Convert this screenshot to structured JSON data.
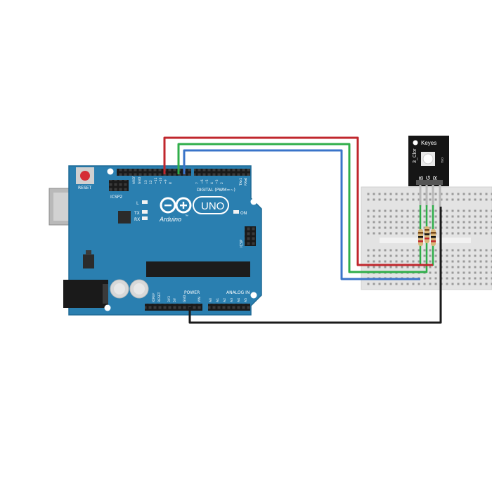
{
  "colors": {
    "board": "#2a7fb0",
    "board_edge": "#1f6a95",
    "wire_red": "#c0272d",
    "wire_green": "#2fae4a",
    "wire_blue": "#3a74c9",
    "wire_black": "#1a1a1a",
    "breadboard": "#e3e3e3",
    "module": "#151515"
  },
  "arduino": {
    "logo_text": "Arduino",
    "logo_tm": "™",
    "model": "UNO",
    "reset_label": "RESET",
    "icsp2_label": "ICSP2",
    "icsp_label": "ICSP",
    "led_l": "L",
    "led_tx": "TX",
    "led_rx": "RX",
    "led_on": "ON",
    "aref_label": "AREF",
    "gnd_label": "GND",
    "digital_label": "DIGITAL (PWM=~)",
    "tx_pin_label": "TX▸1",
    "rx_pin_label": "RX◂0",
    "ioref_label": "IOREF",
    "reset_pin_label": "RESET",
    "v33_label": "3V3",
    "v5_label": "5V",
    "gnd_pin_label": "GND",
    "vin_label": "VIN",
    "power_label": "POWER",
    "analog_label": "ANALOG IN",
    "digital_pins": [
      "13",
      "12",
      "~11",
      "~10",
      "~9",
      "8",
      "7",
      "~6",
      "~5",
      "4",
      "~3",
      "2"
    ],
    "analog_pins": [
      "A0",
      "A1",
      "A2",
      "A3",
      "A4",
      "A5"
    ]
  },
  "module": {
    "brand": "Keyes",
    "pin_labels": [
      "B",
      "G",
      "R"
    ],
    "part_label": "3_Clor",
    "corner_label": "OS1"
  }
}
